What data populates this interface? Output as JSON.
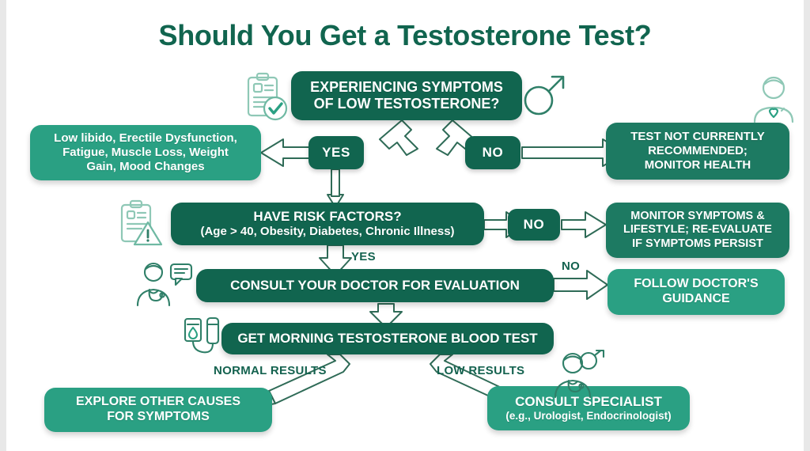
{
  "page": {
    "title": "Should You Get a Testosterone Test?",
    "colors": {
      "dark_green": "#11654f",
      "mid_green": "#1d7a62",
      "light_green": "#2aa083",
      "arrow_stroke": "#2f6b57",
      "background": "#ffffff"
    }
  },
  "nodes": {
    "start": {
      "line1": "EXPERIENCING SYMPTOMS",
      "line2": "OF LOW TESTOSTERONE?"
    },
    "symptoms": {
      "line1": "Low libido, Erectile Dysfunction,",
      "line2": "Fatigue, Muscle Loss, Weight",
      "line3": "Gain, Mood Changes"
    },
    "no_test": {
      "line1": "TEST NOT CURRENTLY",
      "line2": "RECOMMENDED;",
      "line3": "MONITOR HEALTH"
    },
    "risk_factors": {
      "line1": "HAVE RISK FACTORS?",
      "line2": "(Age > 40, Obesity, Diabetes, Chronic Illness)"
    },
    "monitor": {
      "line1": "MONITOR SYMPTOMS &",
      "line2": "LIFESTYLE; RE-EVALUATE",
      "line3": "IF SYMPTOMS PERSIST"
    },
    "consult_doctor": {
      "line1": "CONSULT YOUR DOCTOR FOR EVALUATION"
    },
    "follow_guidance": {
      "line1": "FOLLOW DOCTOR'S",
      "line2": "GUIDANCE"
    },
    "blood_test": {
      "line1": "GET MORNING TESTOSTERONE BLOOD TEST"
    },
    "explore_causes": {
      "line1": "EXPLORE OTHER CAUSES",
      "line2": "FOR SYMPTOMS"
    },
    "consult_specialist": {
      "line1": "CONSULT SPECIALIST",
      "line2": "(e.g., Urologist, Endocrinologist)"
    }
  },
  "decisions": {
    "yes_symptoms": "YES",
    "no_symptoms": "NO",
    "no_risk": "NO",
    "yes_risk": "YES",
    "no_doctor": "NO",
    "normal_results": "NORMAL RESULTS",
    "low_results": "LOW RESULTS"
  },
  "icons": [
    {
      "name": "clipboard-check-icon",
      "label": "clipboard with checkmark"
    },
    {
      "name": "male-symbol-icon",
      "label": "male gender symbol"
    },
    {
      "name": "person-heart-icon",
      "label": "person with heart"
    },
    {
      "name": "clipboard-warning-icon",
      "label": "clipboard with warning"
    },
    {
      "name": "doctor-chat-icon",
      "label": "doctor with speech bubble"
    },
    {
      "name": "blood-vial-icon",
      "label": "blood sample vials"
    },
    {
      "name": "specialist-doctor-icon",
      "label": "specialist doctor with male symbol"
    }
  ]
}
